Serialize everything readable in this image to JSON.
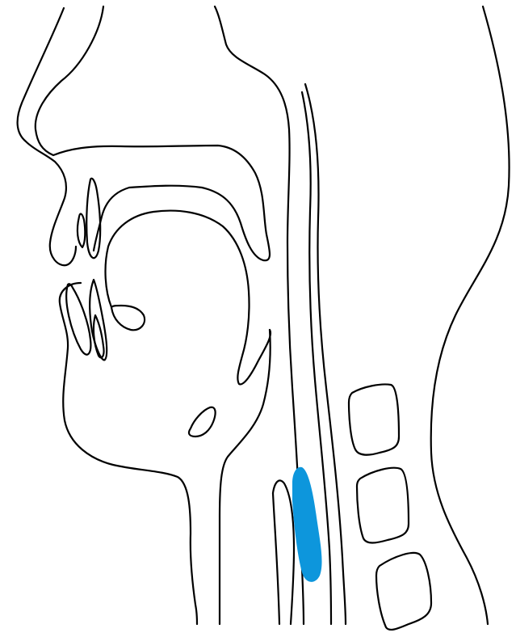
{
  "diagram": {
    "type": "anatomical-line-drawing",
    "view": "sagittal-section-head-neck",
    "colors": {
      "outline": "#000000",
      "highlight": "#0d96dc",
      "background": "#ffffff"
    },
    "highlighted_structure": "pharyngeal-wall-segment",
    "vertebra_count": 3
  }
}
